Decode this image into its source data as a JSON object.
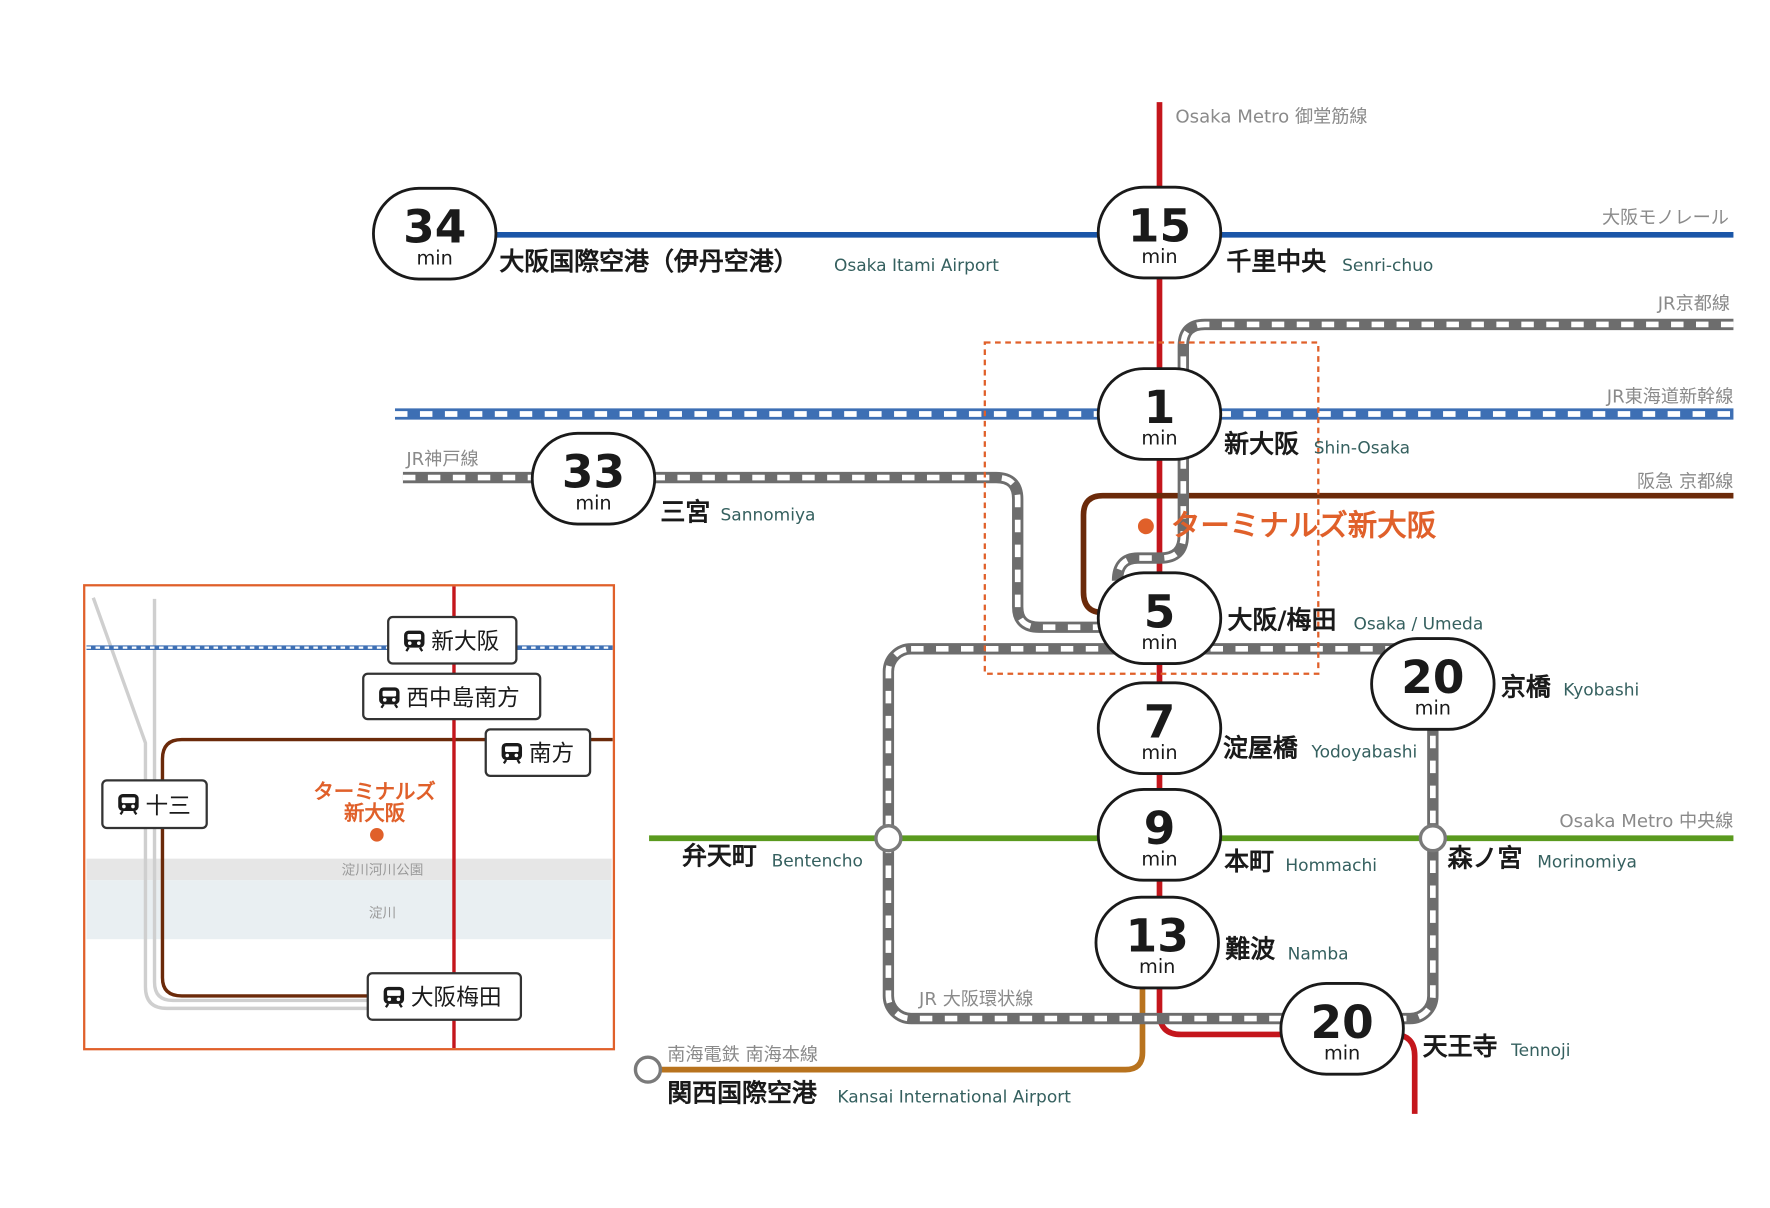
{
  "lines": {
    "midosuji": {
      "name": "Osaka Metro 御堂筋線",
      "color": "#c4161c"
    },
    "monorail": {
      "name": "大阪モノレール",
      "color": "#1a56a8"
    },
    "jr_kyoto": {
      "name": "JR京都線",
      "color": "#6d6d6d"
    },
    "shinkansen": {
      "name": "JR東海道新幹線",
      "color": "#3d6fb4"
    },
    "jr_kobe": {
      "name": "JR神戸線",
      "color": "#6d6d6d"
    },
    "hankyu_kyoto": {
      "name": "阪急 京都線",
      "color": "#6b2a0a"
    },
    "chuo": {
      "name": "Osaka Metro 中央線",
      "color": "#5a9a1e"
    },
    "loop": {
      "name": "JR 大阪環状線",
      "color": "#6d6d6d"
    },
    "nankai": {
      "name": "南海電鉄 南海本線",
      "color": "#b8731e"
    }
  },
  "time_unit": "min",
  "stations": {
    "itami": {
      "minutes": "34",
      "name_ja": "大阪国際空港（伊丹空港）",
      "name_en": "Osaka Itami Airport"
    },
    "senri_chuo": {
      "minutes": "15",
      "name_ja": "千里中央",
      "name_en": "Senri-chuo"
    },
    "shin_osaka": {
      "minutes": "1",
      "name_ja": "新大阪",
      "name_en": "Shin-Osaka"
    },
    "sannomiya": {
      "minutes": "33",
      "name_ja": "三宮",
      "name_en": "Sannomiya"
    },
    "osaka_umeda": {
      "minutes": "5",
      "name_ja": "大阪/梅田",
      "name_en": "Osaka / Umeda"
    },
    "kyobashi": {
      "minutes": "20",
      "name_ja": "京橋",
      "name_en": "Kyobashi"
    },
    "yodoyabashi": {
      "minutes": "7",
      "name_ja": "淀屋橋",
      "name_en": "Yodoyabashi"
    },
    "hommachi": {
      "minutes": "9",
      "name_ja": "本町",
      "name_en": "Hommachi"
    },
    "namba": {
      "minutes": "13",
      "name_ja": "難波",
      "name_en": "Namba"
    },
    "tennoji": {
      "minutes": "20",
      "name_ja": "天王寺",
      "name_en": "Tennoji"
    },
    "bentencho": {
      "name_ja": "弁天町",
      "name_en": "Bentencho"
    },
    "morinomiya": {
      "name_ja": "森ノ宮",
      "name_en": "Morinomiya"
    },
    "kansai_airport": {
      "name_ja": "関西国際空港",
      "name_en": "Kansai International Airport"
    }
  },
  "highlight": {
    "label": "ターミナルズ新大阪",
    "color": "#e0602a"
  },
  "inset": {
    "stations": {
      "shin_osaka": "新大阪",
      "nishinakajima_minamigata": "西中島南方",
      "minamikata": "南方",
      "juso": "十三",
      "osaka_umeda": "大阪梅田"
    },
    "highlight_line1": "ターミナルズ",
    "highlight_line2": "新大阪",
    "park_label": "淀川河川公園",
    "river_label": "淀川",
    "icon": "train-icon"
  }
}
